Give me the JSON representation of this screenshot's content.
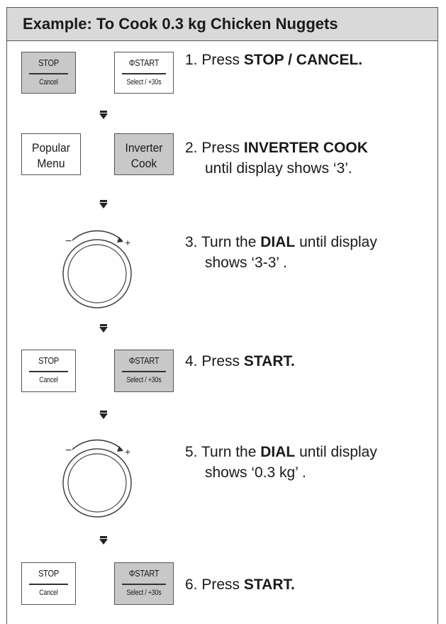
{
  "title": "Example: To Cook 0.3 kg Chicken Nuggets",
  "buttons": {
    "stop": "STOP",
    "cancel": "Cancel",
    "start": "ΦSTART",
    "select": "Select / +30s",
    "popular_line1": "Popular",
    "popular_line2": "Menu",
    "inverter_line1": "Inverter",
    "inverter_line2": "Cook"
  },
  "dial": {
    "minus": "−",
    "plus": "+"
  },
  "steps": [
    {
      "num": "1.",
      "pre": "Press",
      "bold": "STOP / CANCEL.",
      "post": "",
      "line2": ""
    },
    {
      "num": "2.",
      "pre": "Press",
      "bold": "INVERTER COOK",
      "post": "",
      "line2": "until display shows ‘3’."
    },
    {
      "num": "3.",
      "pre": "Turn the",
      "bold": "DIAL",
      "post": "until display",
      "line2": "shows ‘3-3’ ."
    },
    {
      "num": "4.",
      "pre": "Press",
      "bold": "START.",
      "post": "",
      "line2": ""
    },
    {
      "num": "5.",
      "pre": "Turn the",
      "bold": "DIAL",
      "post": "until display",
      "line2": "shows ‘0.3 kg’ ."
    },
    {
      "num": "6.",
      "pre": "Press",
      "bold": "START.",
      "post": "",
      "line2": ""
    }
  ]
}
